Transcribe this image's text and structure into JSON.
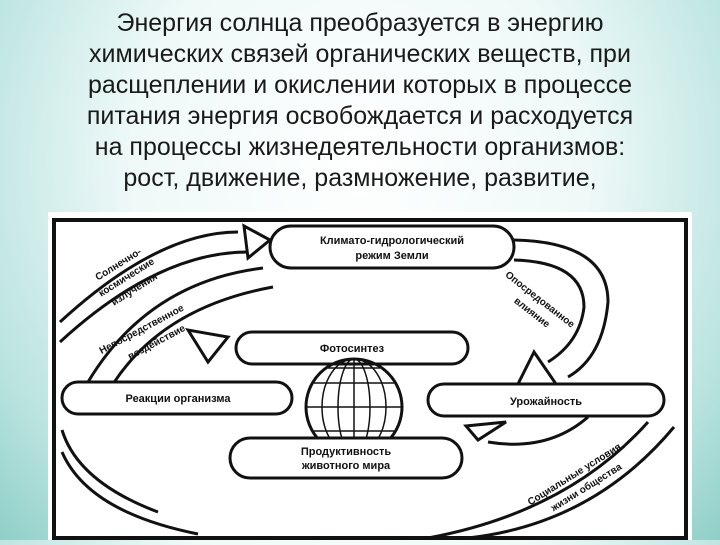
{
  "slide": {
    "text_lines": [
      "Энергия солнца преобразуется в энергию",
      "химических связей органических веществ, при",
      "расщеплении и окислении которых в процессе",
      "питания энергия освобождается и расходуется",
      "на процессы жизнедеятельности организмов:",
      "рост, движение, размножение, развитие,"
    ]
  },
  "diagram": {
    "climate_box": [
      "Климато-гидрологический",
      "режим Земли"
    ],
    "photosynthesis_box": "Фотосинтез",
    "organism_box": "Реакции организма",
    "yield_box": "Урожайность",
    "productivity_box": [
      "Продуктивность",
      "животного мира"
    ],
    "solar_label": [
      "Солнечно-",
      "космические",
      "излучения"
    ],
    "direct_label": [
      "Непосредственное",
      "воздействие"
    ],
    "indirect_label": [
      "Опосредованное",
      "влияние"
    ],
    "social_label": [
      "Социальные условия",
      "жизни общества"
    ]
  }
}
